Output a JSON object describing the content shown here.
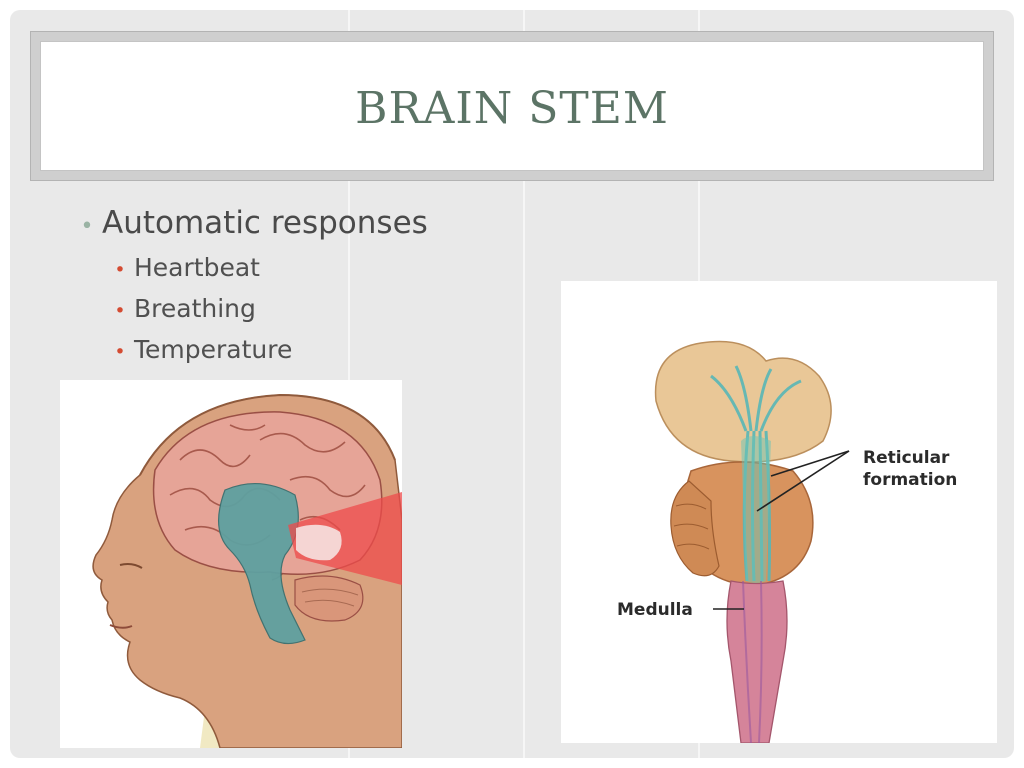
{
  "slide": {
    "title": "BRAIN STEM",
    "bullet": "Automatic responses",
    "sub_bullets": [
      "Heartbeat",
      "Breathing",
      "Temperature"
    ],
    "bullet_symbol": "•"
  },
  "figure_right": {
    "label_reticular_line1": "Reticular",
    "label_reticular_line2": "formation",
    "label_medulla": "Medulla"
  },
  "colors": {
    "title": "#5c7466",
    "bullet_primary": "#9ab3a4",
    "bullet_secondary": "#d44b32",
    "background": "#e9e9e9"
  }
}
